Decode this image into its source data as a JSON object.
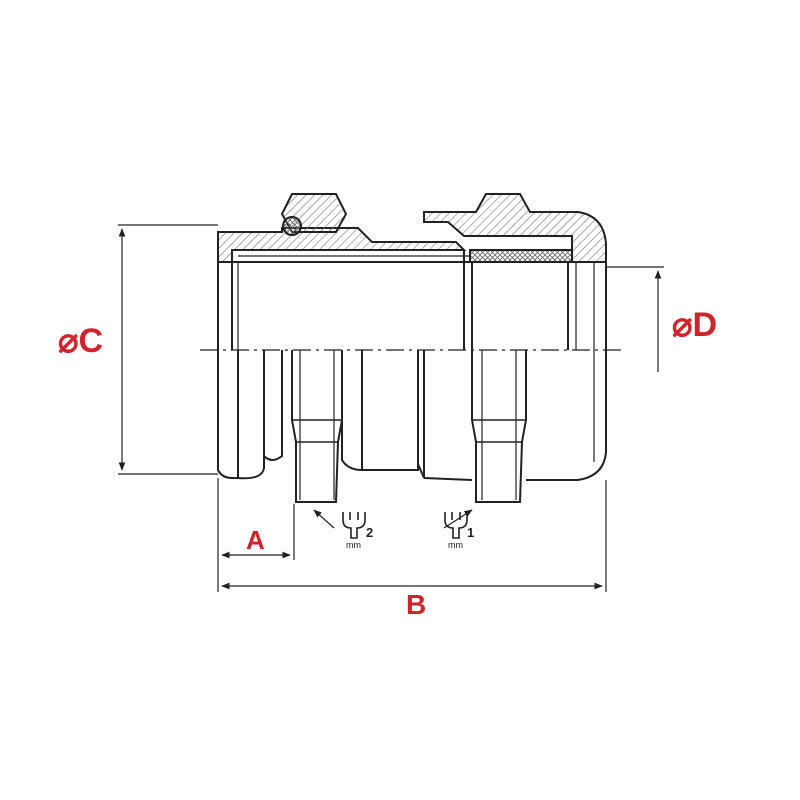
{
  "dimensions": {
    "diameter_c": "⌀C",
    "diameter_d": "⌀D",
    "length_a": "A",
    "length_b": "B"
  },
  "wrenches": [
    {
      "number": "2",
      "unit": "mm"
    },
    {
      "number": "1",
      "unit": "mm"
    }
  ],
  "colors": {
    "label": "#d2232a",
    "line": "#222222",
    "hatch": "#777777"
  }
}
